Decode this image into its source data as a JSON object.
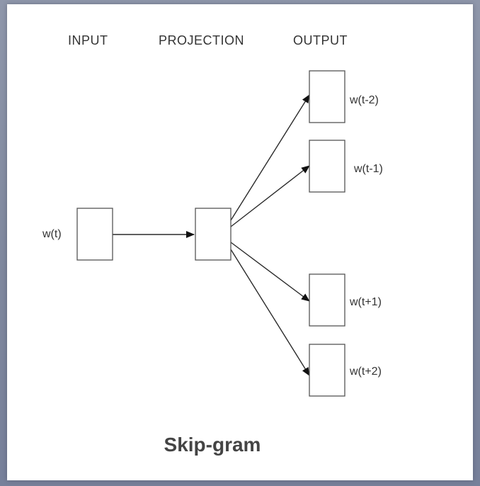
{
  "diagram": {
    "headers": {
      "input": "INPUT",
      "projection": "PROJECTION",
      "output": "OUTPUT"
    },
    "input_word": "w(t)",
    "output_words": [
      "w(t-2)",
      "w(t-1)",
      "w(t+1)",
      "w(t+2)"
    ],
    "title": "Skip-gram",
    "nodes": [
      {
        "id": "input",
        "column": "input"
      },
      {
        "id": "projection",
        "column": "projection"
      },
      {
        "id": "out-t-2",
        "column": "output"
      },
      {
        "id": "out-t-1",
        "column": "output"
      },
      {
        "id": "out-t+1",
        "column": "output"
      },
      {
        "id": "out-t+2",
        "column": "output"
      }
    ],
    "edges": [
      {
        "from": "input",
        "to": "projection"
      },
      {
        "from": "projection",
        "to": "out-t-2"
      },
      {
        "from": "projection",
        "to": "out-t-1"
      },
      {
        "from": "projection",
        "to": "out-t+1"
      },
      {
        "from": "projection",
        "to": "out-t+2"
      }
    ],
    "colors": {
      "frame": "#858da3",
      "panel": "#ffffff",
      "stroke": "#555555",
      "text": "#333333"
    }
  }
}
